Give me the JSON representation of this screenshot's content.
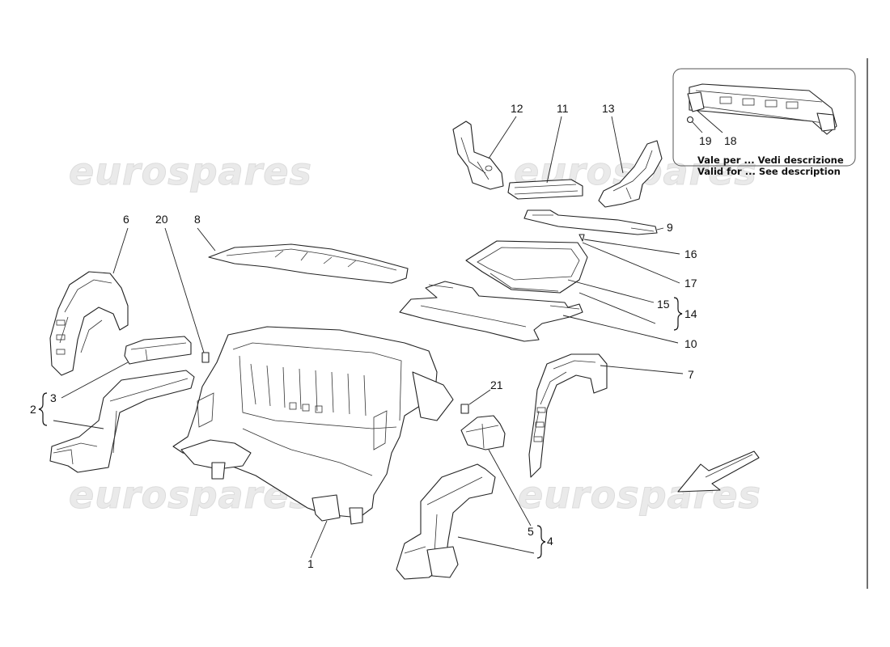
{
  "watermark": {
    "text": "eurospares"
  },
  "callouts": {
    "n1": "1",
    "n2": "2",
    "n3": "3",
    "n4": "4",
    "n5": "5",
    "n6": "6",
    "n7": "7",
    "n8": "8",
    "n9": "9",
    "n10": "10",
    "n11": "11",
    "n12": "12",
    "n13": "13",
    "n14": "14",
    "n15": "15",
    "n16": "16",
    "n17": "17",
    "n18": "18",
    "n19": "19",
    "n20": "20",
    "n21": "21"
  },
  "inset_note": {
    "line1": "Vale per ... Vedi descrizione",
    "line2": "Valid for ... See description"
  },
  "icons": {
    "direction": "direction-arrow-icon"
  }
}
